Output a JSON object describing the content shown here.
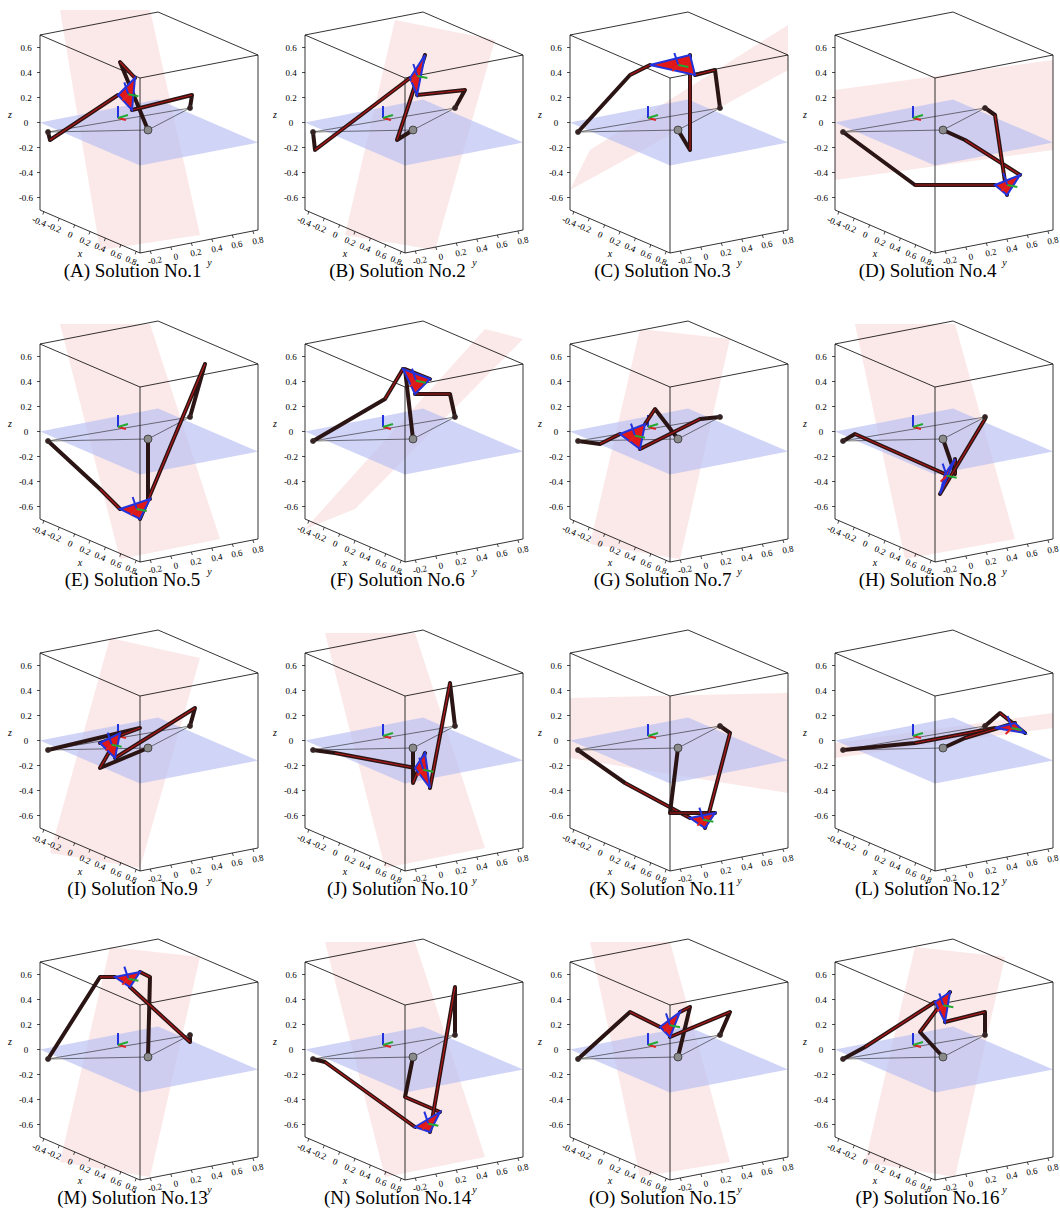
{
  "diagram": {
    "labels": [
      "0.6",
      "0.4",
      "0.2",
      "0",
      "-0.2",
      "-0.4",
      "-0.6",
      "z",
      "-0.4",
      "-0.2",
      "0",
      "0.2",
      "0.4",
      "0.6",
      "0.8",
      "x",
      "-0.2",
      "0",
      "0.2",
      "0.4",
      "0.6",
      "0.8",
      "y",
      "(A) Solution No.1",
      "0.6",
      "0.4",
      "0.2",
      "0",
      "-0.2",
      "-0.4",
      "-0.6",
      "z",
      "-0.4",
      "-0.2",
      "0",
      "0.2",
      "0.4",
      "0.6",
      "0.8",
      "x",
      "-0.2",
      "0",
      "0.2",
      "0.4",
      "0.6",
      "0.8",
      "y",
      "(B) Solution No.2",
      "0.6",
      "0.4",
      "0.2",
      "0",
      "-0.2",
      "-0.4",
      "-0.6",
      "z",
      "-0.4",
      "-0.2",
      "0",
      "0.2",
      "0.4",
      "0.6",
      "0.8",
      "x",
      "-0.2",
      "0",
      "0.2",
      "0.4",
      "0.6",
      "0.8",
      "y",
      "(C) Solution No.3",
      "0.6",
      "0.4",
      "0.2",
      "0",
      "-0.2",
      "-0.4",
      "-0.6",
      "z",
      "-0.4",
      "-0.2",
      "0",
      "0.2",
      "0.4",
      "0.6",
      "0.8",
      "x",
      "-0.2",
      "0",
      "0.2",
      "0.4",
      "0.6",
      "0.8",
      "y",
      "(D) Solution No.4",
      "0.6",
      "0.4",
      "0.2",
      "0",
      "-0.2",
      "-0.4",
      "-0.6",
      "z",
      "-0.4",
      "-0.2",
      "0",
      "0.2",
      "0.4",
      "0.6",
      "0.8",
      "x",
      "-0.2",
      "0",
      "0.2",
      "0.4",
      "0.6",
      "0.8",
      "y",
      "(E) Solution No.5",
      "0.6",
      "0.4",
      "0.2",
      "0",
      "-0.2",
      "-0.4",
      "-0.6",
      "z",
      "-0.4",
      "-0.2",
      "0",
      "0.2",
      "0.4",
      "0.6",
      "0.8",
      "x",
      "-0.2",
      "0",
      "0.2",
      "0.4",
      "0.6",
      "0.8",
      "y",
      "(F) Solution No.6",
      "0.6",
      "0.4",
      "0.2",
      "0",
      "-0.2",
      "-0.4",
      "-0.6",
      "z",
      "-0.4",
      "-0.2",
      "0",
      "0.2",
      "0.4",
      "0.6",
      "0.8",
      "x",
      "-0.2",
      "0",
      "0.2",
      "0.4",
      "0.6",
      "0.8",
      "y",
      "(G) Solution No.7",
      "0.6",
      "0.4",
      "0.2",
      "0",
      "-0.2",
      "-0.4",
      "-0.6",
      "z",
      "-0.4",
      "-0.2",
      "0",
      "0.2",
      "0.4",
      "0.6",
      "0.8",
      "x",
      "-0.2",
      "0",
      "0.2",
      "0.4",
      "0.6",
      "0.8",
      "y",
      "(H) Solution No.8",
      "0.6",
      "0.4",
      "0.2",
      "0",
      "-0.2",
      "-0.4",
      "-0.6",
      "z",
      "-0.4",
      "-0.2",
      "0",
      "0.2",
      "0.4",
      "0.6",
      "0.8",
      "x",
      "-0.2",
      "0",
      "0.2",
      "0.4",
      "0.6",
      "0.8",
      "y",
      "(I) Solution No.9",
      "0.6",
      "0.4",
      "0.2",
      "0",
      "-0.2",
      "-0.4",
      "-0.6",
      "z",
      "-0.4",
      "-0.2",
      "0",
      "0.2",
      "0.4",
      "0.6",
      "0.8",
      "x",
      "-0.2",
      "0",
      "0.2",
      "0.4",
      "0.6",
      "0.8",
      "y",
      "(J) Solution No.10",
      "0.6",
      "0.4",
      "0.2",
      "0",
      "-0.2",
      "-0.4",
      "-0.6",
      "z",
      "-0.4",
      "-0.2",
      "0",
      "0.2",
      "0.4",
      "0.6",
      "0.8",
      "x",
      "-0.2",
      "0",
      "0.2",
      "0.4",
      "0.6",
      "0.8",
      "y",
      "(K) Solution No.11",
      "0.6",
      "0.4",
      "0.2",
      "0",
      "-0.2",
      "-0.4",
      "-0.6",
      "z",
      "-0.4",
      "-0.2",
      "0",
      "0.2",
      "0.4",
      "0.6",
      "0.8",
      "x",
      "-0.2",
      "0",
      "0.2",
      "0.4",
      "0.6",
      "0.8",
      "y",
      "(L) Solution No.12",
      "0.6",
      "0.4",
      "0.2",
      "0",
      "-0.2",
      "-0.4",
      "-0.6",
      "z",
      "-0.4",
      "-0.2",
      "0",
      "0.2",
      "0.4",
      "0.6",
      "0.8",
      "x",
      "-0.2",
      "0",
      "0.2",
      "0.4",
      "0.6",
      "0.8",
      "y",
      "(M) Solution No.13",
      "0.6",
      "0.4",
      "0.2",
      "0",
      "-0.2",
      "-0.4",
      "-0.6",
      "z",
      "-0.4",
      "-0.2",
      "0",
      "0.2",
      "0.4",
      "0.6",
      "0.8",
      "x",
      "-0.2",
      "0",
      "0.2",
      "0.4",
      "0.6",
      "0.8",
      "y",
      "(N) Solution No.14",
      "0.6",
      "0.4",
      "0.2",
      "0",
      "-0.2",
      "-0.4",
      "-0.6",
      "z",
      "-0.4",
      "-0.2",
      "0",
      "0.2",
      "0.4",
      "0.6",
      "0.8",
      "x",
      "-0.2",
      "0",
      "0.2",
      "0.4",
      "0.6",
      "0.8",
      "y",
      "(O) Solution No.15",
      "0.6",
      "0.4",
      "0.2",
      "0",
      "-0.2",
      "-0.4",
      "-0.6",
      "z",
      "-0.4",
      "-0.2",
      "0",
      "0.2",
      "0.4",
      "0.6",
      "0.8",
      "x",
      "-0.2",
      "0",
      "0.2",
      "0.4",
      "0.6",
      "0.8",
      "y",
      "(P) Solution No.16"
    ]
  }
}
